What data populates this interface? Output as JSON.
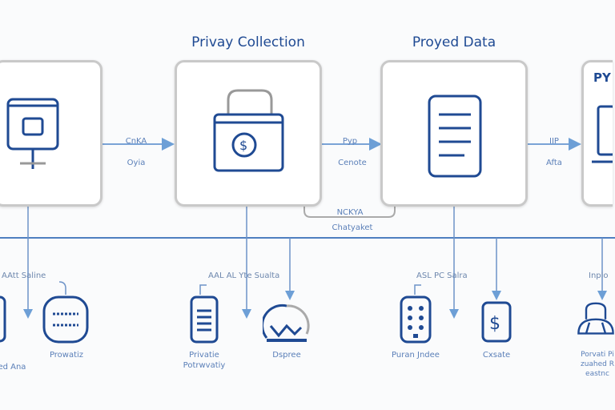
{
  "titles": {
    "collection": "Privay Collection",
    "data": "Proyed Data",
    "partial": "PY"
  },
  "arrows": [
    {
      "top": "CnKA",
      "bottom": "Oyia"
    },
    {
      "top": "Pyp",
      "bottom": "Cenote"
    },
    {
      "top": "IIP",
      "bottom": "Afta"
    }
  ],
  "bracket": {
    "top": "NCKYA",
    "bottom": "Chatyaket"
  },
  "branch_labels": [
    "AAtt Saline",
    "AAL AL Yte Sualta",
    "ASL PC Salra",
    "Inplo"
  ],
  "nodes": [
    "Pawed Ana",
    "Prowatiz",
    "Privatie Potrwvatiy",
    "Dspree",
    "Puran Jndee",
    "Cxsate",
    "Porvati Pizuahed Reastnc"
  ],
  "colors": {
    "primary": "#1f4a93",
    "line": "#4f7fc0",
    "border": "#c9c9c9"
  }
}
